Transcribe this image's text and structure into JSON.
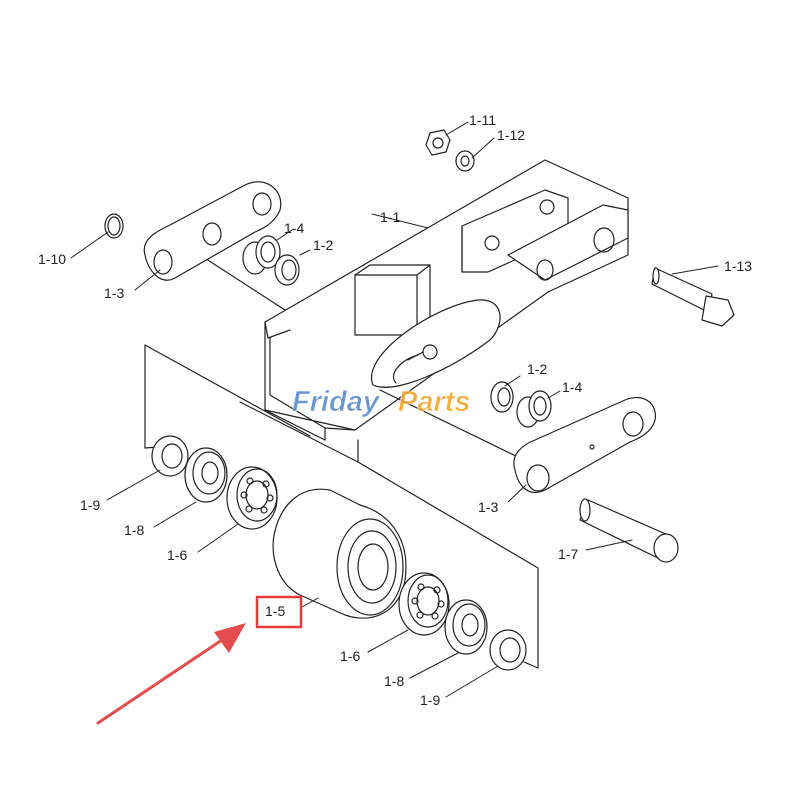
{
  "diagram": {
    "parts": [
      {
        "id": "p-1-1",
        "label": "1-1"
      },
      {
        "id": "p-1-2a",
        "label": "1-2"
      },
      {
        "id": "p-1-2b",
        "label": "1-2"
      },
      {
        "id": "p-1-3a",
        "label": "1-3"
      },
      {
        "id": "p-1-3b",
        "label": "1-3"
      },
      {
        "id": "p-1-4a",
        "label": "1-4"
      },
      {
        "id": "p-1-4b",
        "label": "1-4"
      },
      {
        "id": "p-1-5",
        "label": "1-5"
      },
      {
        "id": "p-1-6a",
        "label": "1-6"
      },
      {
        "id": "p-1-6b",
        "label": "1-6"
      },
      {
        "id": "p-1-7",
        "label": "1-7"
      },
      {
        "id": "p-1-8a",
        "label": "1-8"
      },
      {
        "id": "p-1-8b",
        "label": "1-8"
      },
      {
        "id": "p-1-9a",
        "label": "1-9"
      },
      {
        "id": "p-1-9b",
        "label": "1-9"
      },
      {
        "id": "p-1-10",
        "label": "1-10"
      },
      {
        "id": "p-1-11",
        "label": "1-11"
      },
      {
        "id": "p-1-12",
        "label": "1-12"
      },
      {
        "id": "p-1-13",
        "label": "1-13"
      }
    ],
    "highlighted_part": "1-5"
  },
  "watermark": {
    "word1": "Friday",
    "word2": "Parts",
    "color1": "#4f86c6",
    "color2": "#f0a21e"
  },
  "colors": {
    "line": "#222222",
    "highlight": "#e23b3b",
    "arrow": "#e44d4d"
  }
}
